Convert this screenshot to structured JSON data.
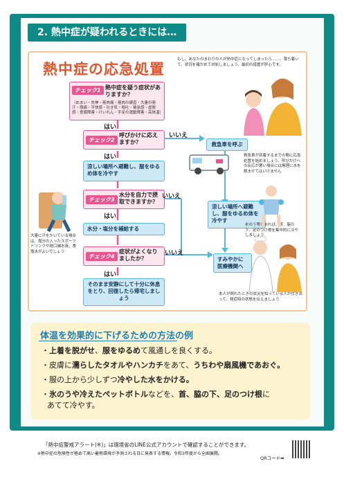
{
  "section_title": "2. 熱中症が疑われるときには…",
  "main_title": "熱中症の応急処置",
  "intro": "もし、あなたのまわりの人が熱中症になってしまったら……。落ち着いて、状況を確かめて対処しましょう。最初の措置が肝心です。",
  "check1": {
    "tag": "チェック1",
    "question": "熱中症を疑う症状がありますか？",
    "symptoms": "（めまい・失神・筋肉痛・筋肉の硬直・大量の発汗・頭痛・不快感・吐き気・嘔吐・倦怠感・虚脱感・意識障害・けいれん・手足の運動障害・高体温）"
  },
  "check2": {
    "tag": "チェック2",
    "question": "呼びかけに応えますか？"
  },
  "check3": {
    "tag": "チェック3",
    "question": "水分を自力で摂取できますか？"
  },
  "check4": {
    "tag": "チェック4",
    "question": "症状がよくなりましたか？"
  },
  "yes": "はい",
  "no": "いいえ",
  "action_cool1": "涼しい場所へ避難し、服をゆるめ体を冷やす",
  "action_water": "水分・塩分を補給する",
  "action_rest": "そのまま安静にして十分に休息をとり、回復したら帰宅しましょう",
  "action_ambulance": "救急車を呼ぶ",
  "ambulance_note": "救急車が到着するまでの間に応急処置を始めましょう。呼びかけへの反応が悪い場合には無理に水を飲ませてはいけません",
  "action_cool2": "涼しい場所へ避難し、服をゆるめ体を冷やす",
  "cool2_note": "氷のう等があれば、首、脇の下、足のつけ根を集中的に冷やしましょう",
  "action_hospital": "すみやかに医療機関へ",
  "hospital_note": "本人が倒れたときの状況を知っている人が付き添って、発症時の状態を伝えましょう",
  "left_note": "大量に汗をかいている場合は、塩分の入ったスポーツドリンクや経口補水液、食塩水がよいでしょう",
  "tips_title": "体温を効果的に下げるための方法の例",
  "tips": [
    {
      "pre": "・",
      "b1": "上着を脱がせ",
      "m1": "、",
      "b2": "服をゆるめ",
      "m2": "て風通しを良くする。"
    },
    {
      "pre": "・皮膚に",
      "b1": "濡らしたタオルやハンカチ",
      "m1": "をあて、",
      "b2": "うちわや扇風機であおぐ。",
      "m2": ""
    },
    {
      "pre": "・服の上から少しずつ",
      "b1": "冷やした水をかける。",
      "m1": "",
      "b2": "",
      "m2": ""
    },
    {
      "pre": "・",
      "b1": "氷のうや冷えたペットボトル",
      "m1": "などを、",
      "b2": "首、脇の下、足のつけ根",
      "m2": "に"
    }
  ],
  "tip4_cont": "あてて冷やす。",
  "footer_line1": "「熱中症警戒アラート(※)」は環境省のLINE公式アカウントで確認することができます。",
  "footer_line2": "※熱中症の危険性が極めて高い暑熱環境が予測される日に発表する情報。令和3年度から全国展開。",
  "qr_label": "QRコード➡",
  "colors": {
    "teal": "#0f8a86",
    "pink": "#e9558e",
    "orange": "#e0552f",
    "blue": "#1f7fb8"
  }
}
